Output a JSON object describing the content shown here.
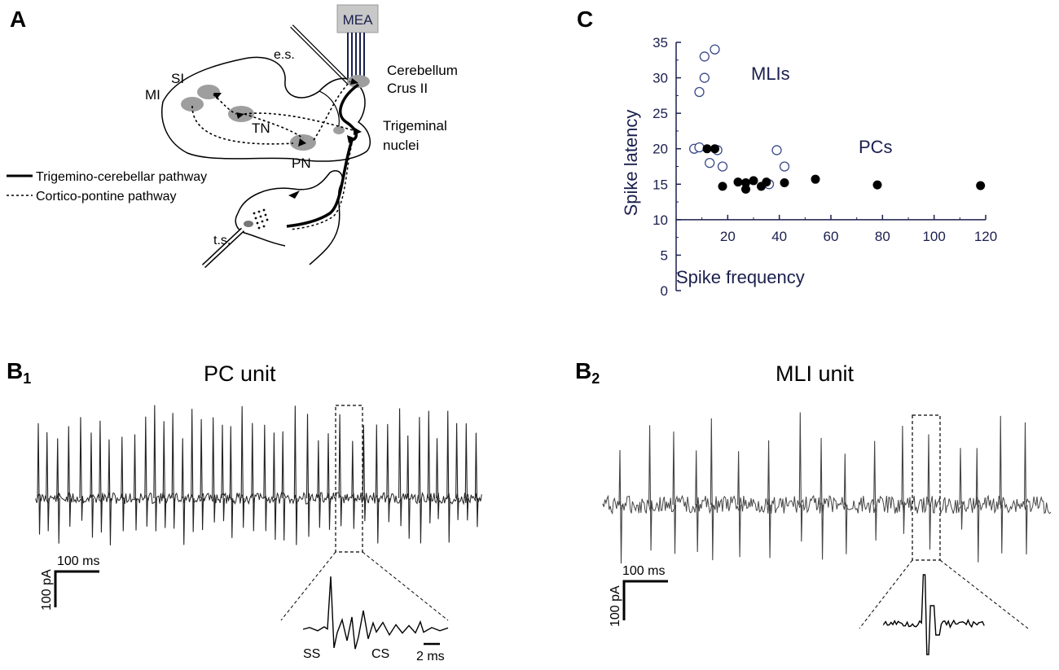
{
  "panels": {
    "a": {
      "letter": "A"
    },
    "c": {
      "letter": "C"
    },
    "b1": {
      "letter": "B",
      "sub": "1",
      "title": "PC unit"
    },
    "b2": {
      "letter": "B",
      "sub": "2",
      "title": "MLI unit"
    }
  },
  "diagram": {
    "mea": "MEA",
    "es": "e.s.",
    "cerebellum_line1": "Cerebellum",
    "cerebellum_line2": "Crus II",
    "si": "SI",
    "mi": "MI",
    "tn": "TN",
    "pn": "PN",
    "trigeminal_line1": "Trigeminal",
    "trigeminal_line2": "nuclei",
    "legend_solid": "Trigemino-cerebellar pathway",
    "legend_dashed": "Cortico-pontine pathway",
    "ts": "t.s."
  },
  "traces": {
    "pc": {
      "scale_time": "100 ms",
      "scale_amp": "100 pA",
      "ss": "SS",
      "cs": "CS",
      "zoom_scale": "2 ms"
    },
    "mli": {
      "scale_time": "100 ms",
      "scale_amp": "100 pA"
    }
  },
  "chart_data": {
    "type": "scatter",
    "xlabel": "Spike frequency",
    "ylabel": "Spike latency",
    "xlim": [
      0,
      120
    ],
    "ylim": [
      0,
      35
    ],
    "xticks": [
      "20",
      "40",
      "60",
      "80",
      "100",
      "120"
    ],
    "yticks": [
      "0",
      "5",
      "10",
      "15",
      "20",
      "25",
      "30",
      "35"
    ],
    "grid": false,
    "colors": {
      "axis": "#1a1f4d",
      "mli": "#3a4a8a",
      "pc": "#000000"
    },
    "series": [
      {
        "name": "MLIs",
        "marker": "open",
        "points": [
          [
            7,
            20
          ],
          [
            9,
            20.2
          ],
          [
            9,
            28
          ],
          [
            11,
            33
          ],
          [
            11,
            30
          ],
          [
            13,
            18
          ],
          [
            15,
            34
          ],
          [
            16,
            19.8
          ],
          [
            18,
            17.5
          ],
          [
            36,
            15
          ],
          [
            39,
            19.8
          ],
          [
            42,
            17.5
          ]
        ]
      },
      {
        "name": "PCs",
        "marker": "filled",
        "points": [
          [
            12,
            20
          ],
          [
            15,
            20
          ],
          [
            18,
            14.7
          ],
          [
            24,
            15.3
          ],
          [
            27,
            15.2
          ],
          [
            27,
            14.3
          ],
          [
            30,
            15.5
          ],
          [
            33,
            14.7
          ],
          [
            35,
            15.3
          ],
          [
            42,
            15.2
          ],
          [
            54,
            15.7
          ],
          [
            78,
            14.9
          ],
          [
            118,
            14.8
          ]
        ]
      }
    ]
  }
}
